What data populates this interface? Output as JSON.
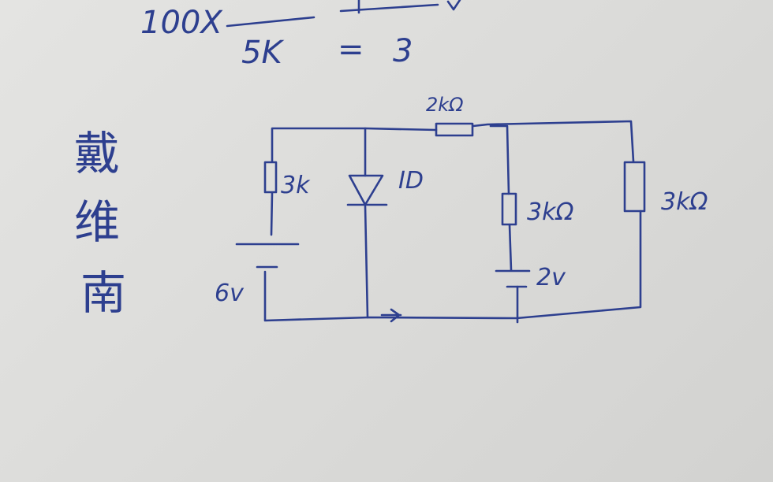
{
  "top_fragment": {
    "left_text": "100X",
    "bottom_text": "5K",
    "equals": "=",
    "result": "3"
  },
  "side_label": [
    "戴",
    "维",
    "南"
  ],
  "circuit": {
    "source_left_resistor": "3k",
    "source_left_voltage": "6v",
    "diode_current": "ID",
    "top_resistor": "2kΩ",
    "mid_resistor": "3kΩ",
    "mid_voltage": "2v",
    "right_resistor": "3kΩ"
  },
  "colors": {
    "ink": "#2d3f8f",
    "paper": "#dedede"
  }
}
